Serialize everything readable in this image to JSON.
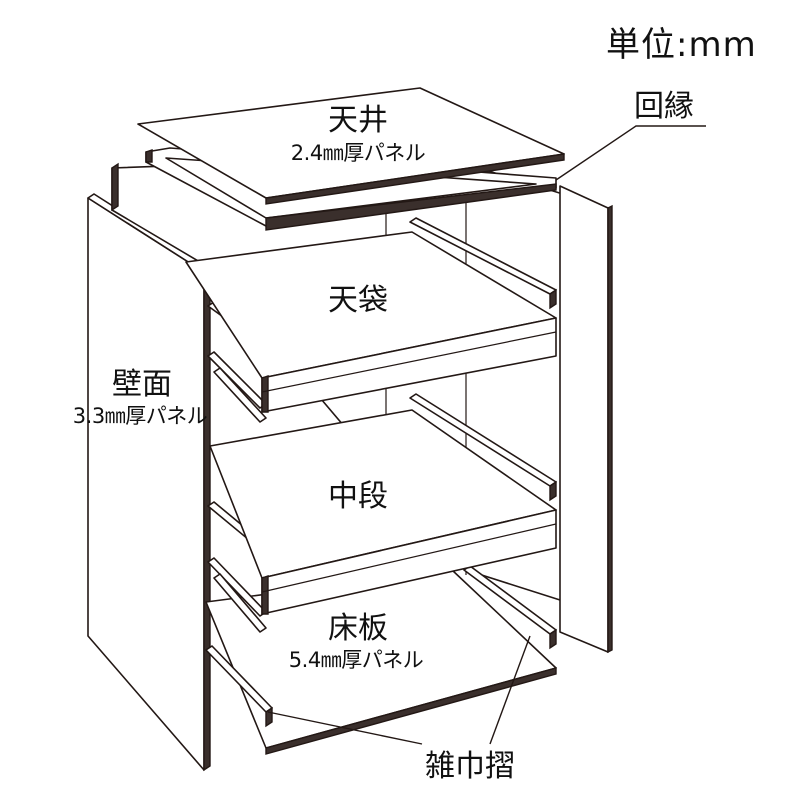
{
  "unit_label": "単位:mm",
  "labels": {
    "ceiling": "天井",
    "ceiling_spec": "2.4㎜厚パネル",
    "rim": "回縁",
    "top_shelf": "天袋",
    "wall": "壁面",
    "wall_spec": "3.3㎜厚パネル",
    "middle_shelf": "中段",
    "floor": "床板",
    "floor_spec": "5.4㎜厚パネル",
    "baseboard": "雑巾摺"
  },
  "colors": {
    "line": "#231815",
    "fill": "#ffffff",
    "dark": "#3a2f2c"
  }
}
